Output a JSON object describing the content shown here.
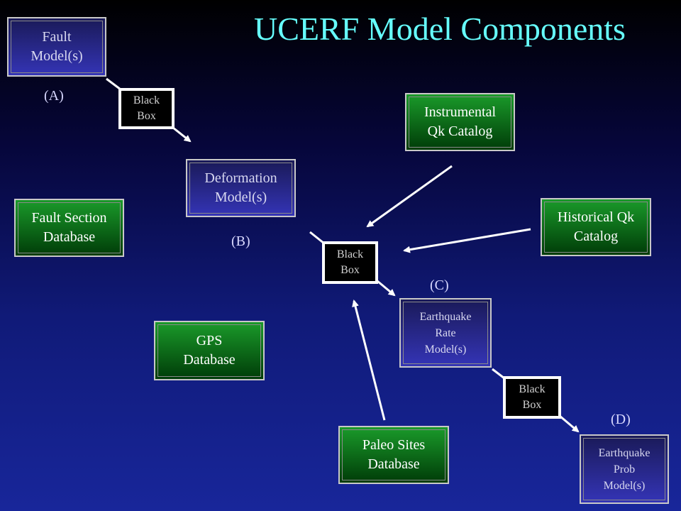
{
  "title": "UCERF Model Components",
  "boxes": {
    "fault_model": "Fault\nModel(s)",
    "deformation_model": "Deformation\nModel(s)",
    "fault_section_db": "Fault Section\nDatabase",
    "gps_db": "GPS\nDatabase",
    "instrumental_catalog": "Instrumental\nQk Catalog",
    "historical_catalog": "Historical Qk\nCatalog",
    "earthquake_rate_model": "Earthquake\nRate\nModel(s)",
    "paleo_sites_db": "Paleo Sites\nDatabase",
    "earthquake_prob_model": "Earthquake\nProb\nModel(s)"
  },
  "black_boxes": {
    "a": "Black\nBox",
    "b": "Black\nBox",
    "c": "Black\nBox"
  },
  "labels": {
    "a": "(A)",
    "b": "(B)",
    "c": "(C)",
    "d": "(D)"
  },
  "colors": {
    "title": "#66ffff",
    "model_box": "#3434b6",
    "database_box": "#0a6a18",
    "arrow": "#ffffff"
  }
}
